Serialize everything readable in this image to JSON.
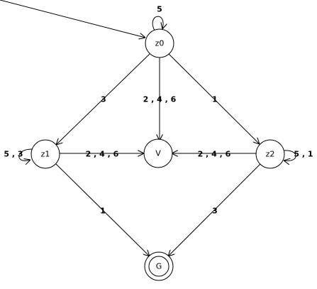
{
  "diagram": {
    "type": "state-machine",
    "colors": {
      "stroke": "#000000",
      "fill": "#ffffff",
      "text": "#000000"
    },
    "nodes": [
      {
        "id": "z0",
        "label": "z0",
        "initial": true,
        "accepting": false
      },
      {
        "id": "z1",
        "label": "z1",
        "initial": false,
        "accepting": false
      },
      {
        "id": "V",
        "label": "V",
        "initial": false,
        "accepting": false
      },
      {
        "id": "z2",
        "label": "z2",
        "initial": false,
        "accepting": false
      },
      {
        "id": "G",
        "label": "G",
        "initial": false,
        "accepting": true
      }
    ],
    "edges": [
      {
        "id": "e_z0_z0",
        "from": "z0",
        "to": "z0",
        "label": "5"
      },
      {
        "id": "e_z0_z1",
        "from": "z0",
        "to": "z1",
        "label": "3"
      },
      {
        "id": "e_z0_V",
        "from": "z0",
        "to": "V",
        "label": "2 , 4 , 6"
      },
      {
        "id": "e_z0_z2",
        "from": "z0",
        "to": "z2",
        "label": "1"
      },
      {
        "id": "e_z1_z1",
        "from": "z1",
        "to": "z1",
        "label": "5 , 3"
      },
      {
        "id": "e_z1_V",
        "from": "z1",
        "to": "V",
        "label": "2 , 4 , 6"
      },
      {
        "id": "e_z2_V",
        "from": "z2",
        "to": "V",
        "label": "2 , 4 , 6"
      },
      {
        "id": "e_z2_z2",
        "from": "z2",
        "to": "z2",
        "label": "5 , 1"
      },
      {
        "id": "e_z1_G",
        "from": "z1",
        "to": "G",
        "label": "1"
      },
      {
        "id": "e_z2_G",
        "from": "z2",
        "to": "G",
        "label": "3"
      }
    ]
  }
}
